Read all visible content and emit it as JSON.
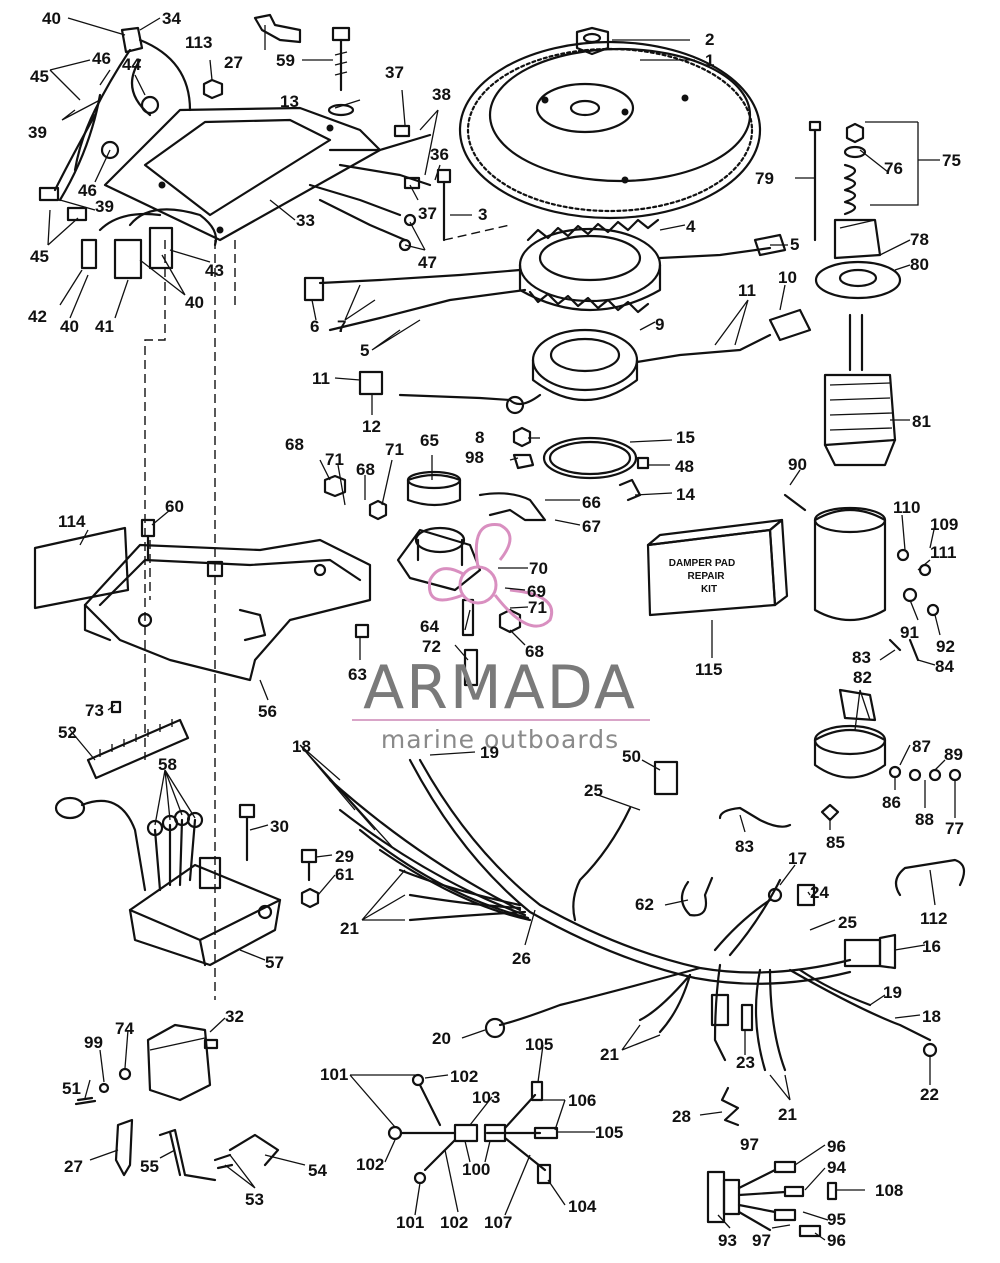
{
  "watermark": {
    "brand": "ARMADA",
    "tagline": "marine outboards",
    "accent_color": "#d98fc0"
  },
  "kit_label": [
    "DAMPER PAD",
    "REPAIR",
    "KIT"
  ],
  "part_numbers": [
    "1",
    "2",
    "3",
    "4",
    "5",
    "5",
    "6",
    "7",
    "8",
    "9",
    "10",
    "11",
    "11",
    "12",
    "13",
    "14",
    "15",
    "16",
    "17",
    "18",
    "18",
    "19",
    "19",
    "20",
    "21",
    "21",
    "21",
    "22",
    "23",
    "24",
    "25",
    "25",
    "26",
    "27",
    "27",
    "28",
    "29",
    "30",
    "32",
    "33",
    "34",
    "36",
    "37",
    "37",
    "38",
    "39",
    "39",
    "40",
    "40",
    "40",
    "41",
    "42",
    "43",
    "44",
    "45",
    "45",
    "46",
    "46",
    "47",
    "48",
    "50",
    "51",
    "52",
    "53",
    "54",
    "55",
    "56",
    "57",
    "58",
    "59",
    "60",
    "61",
    "62",
    "63",
    "64",
    "65",
    "66",
    "67",
    "68",
    "68",
    "68",
    "69",
    "70",
    "71",
    "71",
    "71",
    "72",
    "73",
    "74",
    "75",
    "76",
    "77",
    "78",
    "79",
    "80",
    "81",
    "82",
    "83",
    "83",
    "84",
    "85",
    "86",
    "87",
    "88",
    "89",
    "90",
    "91",
    "92",
    "93",
    "94",
    "95",
    "96",
    "96",
    "97",
    "97",
    "98",
    "99",
    "100",
    "101",
    "101",
    "102",
    "102",
    "102",
    "103",
    "104",
    "105",
    "105",
    "106",
    "107",
    "108",
    "109",
    "110",
    "111",
    "112",
    "113",
    "114",
    "115"
  ],
  "icons": [
    "flywheel",
    "stator",
    "timer-base",
    "starter-motor",
    "wiring-harness",
    "ignition-pack",
    "coil",
    "spark-plug-boot",
    "propeller-logo"
  ]
}
